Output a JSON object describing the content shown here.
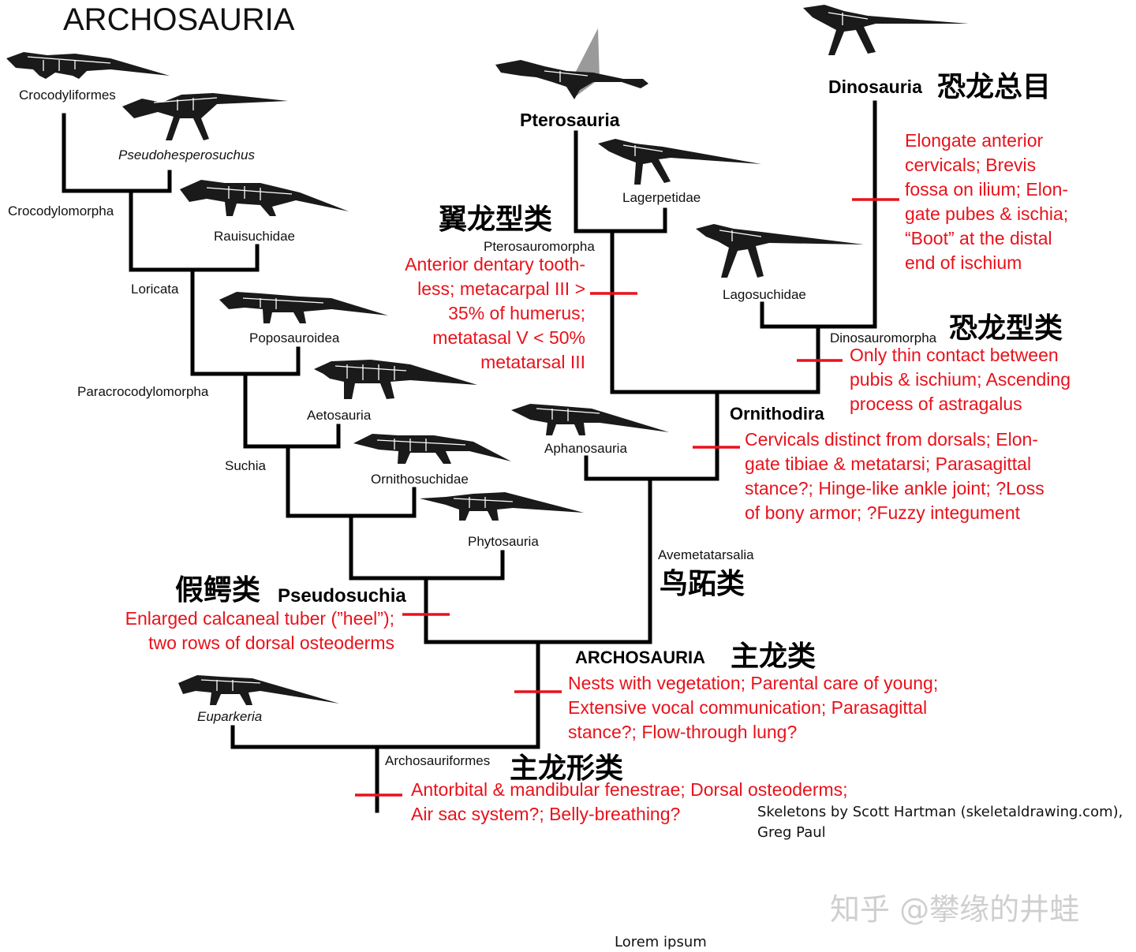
{
  "title": "ARCHOSAURIA",
  "clades": {
    "crocodyliformes": "Crocodyliformes",
    "pseudohesperosuchus": "Pseudohesperosuchus",
    "crocodylomorpha": "Crocodylomorpha",
    "rauisuchidae": "Rauisuchidae",
    "loricata": "Loricata",
    "poposauroidea": "Poposauroidea",
    "paracrocodylomorpha": "Paracrocodylomorpha",
    "aetosauria": "Aetosauria",
    "suchia": "Suchia",
    "ornithosuchidae": "Ornithosuchidae",
    "phytosauria": "Phytosauria",
    "pseudosuchia": "Pseudosuchia",
    "euparkeria": "Euparkeria",
    "archosauriformes": "Archosauriformes",
    "archosauria": "ARCHOSAURIA",
    "avemetatarsalia": "Avemetatarsalia",
    "aphanosauria": "Aphanosauria",
    "ornithodira": "Ornithodira",
    "pterosauria": "Pterosauria",
    "pterosauromorpha": "Pterosauromorpha",
    "lagerpetidae": "Lagerpetidae",
    "lagosuchidae": "Lagosuchidae",
    "dinosauromorpha": "Dinosauromorpha",
    "dinosauria": "Dinosauria"
  },
  "chinese": {
    "pseudosuchia": "假鳄类",
    "avemetatarsalia": "鸟跖类",
    "archosauria": "主龙类",
    "archosauriformes": "主龙形类",
    "pterosauromorpha": "翼龙型类",
    "dinosauromorpha": "恐龙型类",
    "dinosauria": "恐龙总目"
  },
  "traits": {
    "pseudosuchia": [
      "Enlarged calcaneal tuber (”heel”);",
      "two rows of dorsal osteoderms"
    ],
    "archosauria": [
      "Nests with vegetation; Parental care of young;",
      "Extensive vocal communication; Parasagittal",
      "stance?; Flow-through lung?"
    ],
    "archosauriformes": [
      "Antorbital & mandibular fenestrae; Dorsal osteoderms;",
      "Air sac system?; Belly-breathing?"
    ],
    "pterosauromorpha": [
      "Anterior dentary tooth-",
      "less; metacarpal III >",
      "35% of humerus;",
      "metatasal V < 50%",
      "metatarsal III"
    ],
    "dinosauria": [
      "Elongate anterior",
      "cervicals; Brevis",
      "fossa on ilium; Elon-",
      "gate pubes & ischia;",
      "“Boot” at the distal",
      "end of ischium"
    ],
    "dinosauromorpha": [
      "Only thin contact between",
      "pubis & ischium; Ascending",
      "process of astragalus"
    ],
    "ornithodira": [
      "Cervicals distinct from dorsals; Elon-",
      "gate tibiae & metatarsi; Parasagittal",
      "stance?; Hinge-like ankle joint; ?Loss",
      "of bony armor; ?Fuzzy integument"
    ]
  },
  "credit": [
    "Skeletons by Scott Hartman (skeletaldrawing.com),",
    "Greg Paul"
  ],
  "watermark": "知乎 @攀缘的井蛙",
  "footer": "Lorem ipsum",
  "colors": {
    "branch": "#000000",
    "trait_text": "#e8121b",
    "tick": "#e8121b",
    "watermark": "#cfcfcf"
  }
}
